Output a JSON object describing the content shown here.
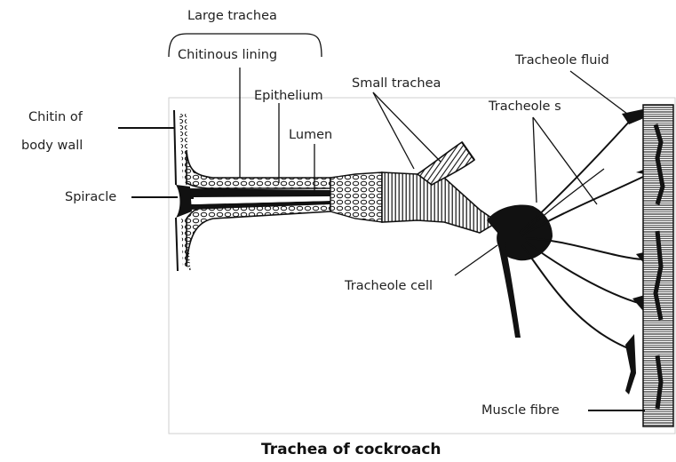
{
  "labels": {
    "large_trachea": "Large trachea",
    "chitinous_lining": "Chitinous lining",
    "epithelium": "Epithelium",
    "lumen": "Lumen",
    "small_trachea": "Small trachea",
    "tracheole_fluid": "Tracheole fluid",
    "tracheoles": "Tracheole s",
    "chitin_line1": "Chitin of",
    "chitin_line2": "body wall",
    "spiracle": "Spiracle",
    "tracheole_cell": "Tracheole cell",
    "muscle_fibre": "Muscle fibre"
  },
  "caption": "Trachea of cockroach"
}
